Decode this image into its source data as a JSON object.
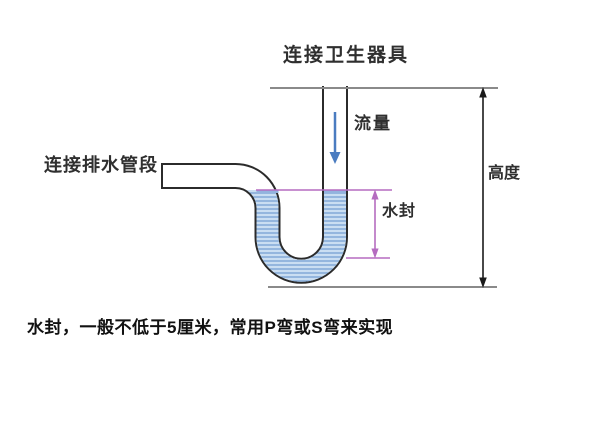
{
  "page": {
    "background": "#ffffff"
  },
  "diagram": {
    "labels": {
      "fixture_connection": "连接卫生器具",
      "drain_connection": "连接排水管段",
      "flow": "流量",
      "water_seal": "水封",
      "height": "高度"
    },
    "caption": "水封，一般不低于5厘米，常用P弯或S弯来实现",
    "colors": {
      "pipe_outline": "#2b2b2b",
      "pipe_interior": "#ffffff",
      "water_base": "#cadef2",
      "water_stripe": "#6f9cd0",
      "water_surface_band": "#93b3de",
      "dimension_purple": "#b56cc0",
      "flow_arrow_blue": "#4a7cc0",
      "reference_line_gray": "#8a8a8a",
      "label_text": "#2f2f2f"
    }
  }
}
